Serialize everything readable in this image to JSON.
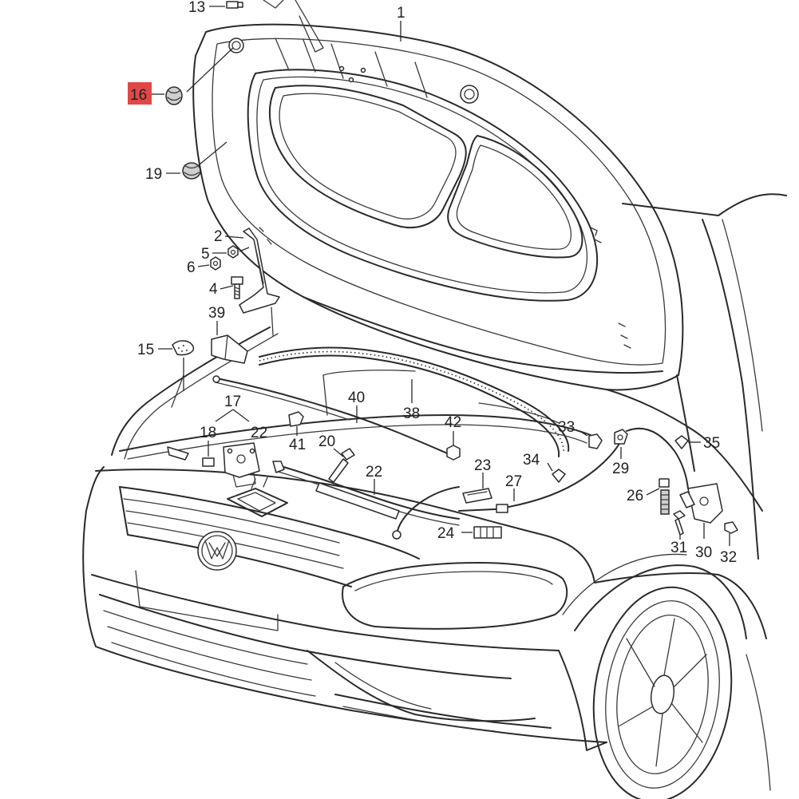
{
  "highlight_color": "#e04848",
  "callouts": {
    "c1": "1",
    "c2": "2",
    "c4": "4",
    "c5": "5",
    "c6": "6",
    "c13": "13",
    "c15": "15",
    "c16": "16",
    "c17": "17",
    "c18": "18",
    "c19": "19",
    "c20": "20",
    "c22a": "22",
    "c22b": "22",
    "c23": "23",
    "c24": "24",
    "c26": "26",
    "c27": "27",
    "c29": "29",
    "c30": "30",
    "c31": "31",
    "c32": "32",
    "c33": "33",
    "c34": "34",
    "c35": "35",
    "c38": "38",
    "c39": "39",
    "c40": "40",
    "c41": "41",
    "c42": "42"
  },
  "highlighted_callout": "16",
  "icons": {
    "car_body": "vehicle-front-outline-icon",
    "hood": "open-hood-icon",
    "emblem": "vw-emblem-icon",
    "wheel": "wheel-icon"
  }
}
